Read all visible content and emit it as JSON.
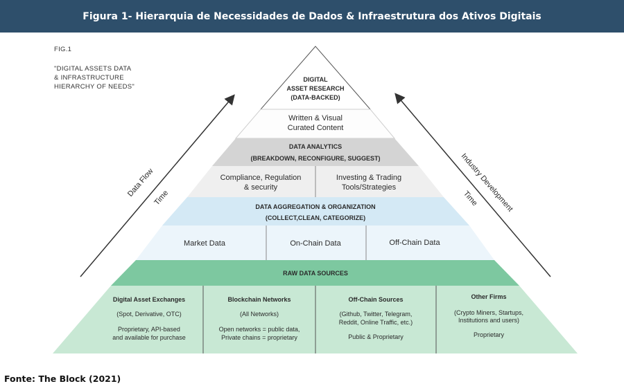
{
  "header": {
    "title_prefix": "Figura 1-",
    "title_rest": "Hierarquia de Necessidades de Dados & Infraestrutura dos Ativos Digitais"
  },
  "figure": {
    "label": "FIG.1",
    "caption": "\"DIGITAL ASSETS DATA\n& INFRASTRUCTURE\nHIERARCHY OF NEEDS\"",
    "left_arrow": {
      "label1": "Data Flow",
      "label2": "Time"
    },
    "right_arrow": {
      "label1": "Industry Development",
      "label2": "Time"
    },
    "levels": {
      "research": {
        "line1": "DIGITAL",
        "line2": "ASSET RESEARCH",
        "line3": "(DATA-BACKED)"
      },
      "content": {
        "line1": "Written & Visual",
        "line2": "Curated Content"
      },
      "analytics": {
        "line1": "DATA ANALYTICS",
        "line2": "(BREAKDOWN, RECONFIGURE, SUGGEST)"
      },
      "analytics_items": [
        {
          "line1": "Compliance, Regulation",
          "line2": "& security"
        },
        {
          "line1": "Investing & Trading",
          "line2": "Tools/Strategies"
        }
      ],
      "aggregation": {
        "line1": "DATA AGGREGATION & ORGANIZATION",
        "line2": "(COLLECT,CLEAN, CATEGORIZE)"
      },
      "aggregation_items": [
        "Market Data",
        "On-Chain Data",
        "Off-Chain Data"
      ],
      "raw": {
        "title": "RAW DATA SOURCES"
      },
      "raw_items": [
        {
          "title": "Digital Asset Exchanges",
          "sub": "(Spot, Derivative, OTC)",
          "desc1": "Proprietary, API-based",
          "desc2": "and available for purchase"
        },
        {
          "title": "Blockchain Networks",
          "sub": "(All Networks)",
          "desc1": "Open networks = public data,",
          "desc2": "Private chains = proprietary"
        },
        {
          "title": "Off-Chain Sources",
          "sub1": "(Github, Twitter, Telegram,",
          "sub2": "Reddit,  Online Traffic,  etc.)",
          "desc": "Public & Proprietary"
        },
        {
          "title": "Other Firms",
          "sub1": "(Crypto Miners, Startups,",
          "sub2": "Institutions and users)",
          "desc": "Proprietary"
        }
      ]
    },
    "colors": {
      "header_bg": "#2e4f6b",
      "research": "#ffffff",
      "content": "#fdfdfd",
      "analytics": "#d4d4d4",
      "analytics_items": "#efefef",
      "aggregation": "#d4e9f5",
      "aggregation_items": "#ecf5fb",
      "raw": "#7dc8a0",
      "raw_items": "#c8e8d4"
    }
  },
  "footer": {
    "source": "Fonte: The Block (2021)"
  }
}
